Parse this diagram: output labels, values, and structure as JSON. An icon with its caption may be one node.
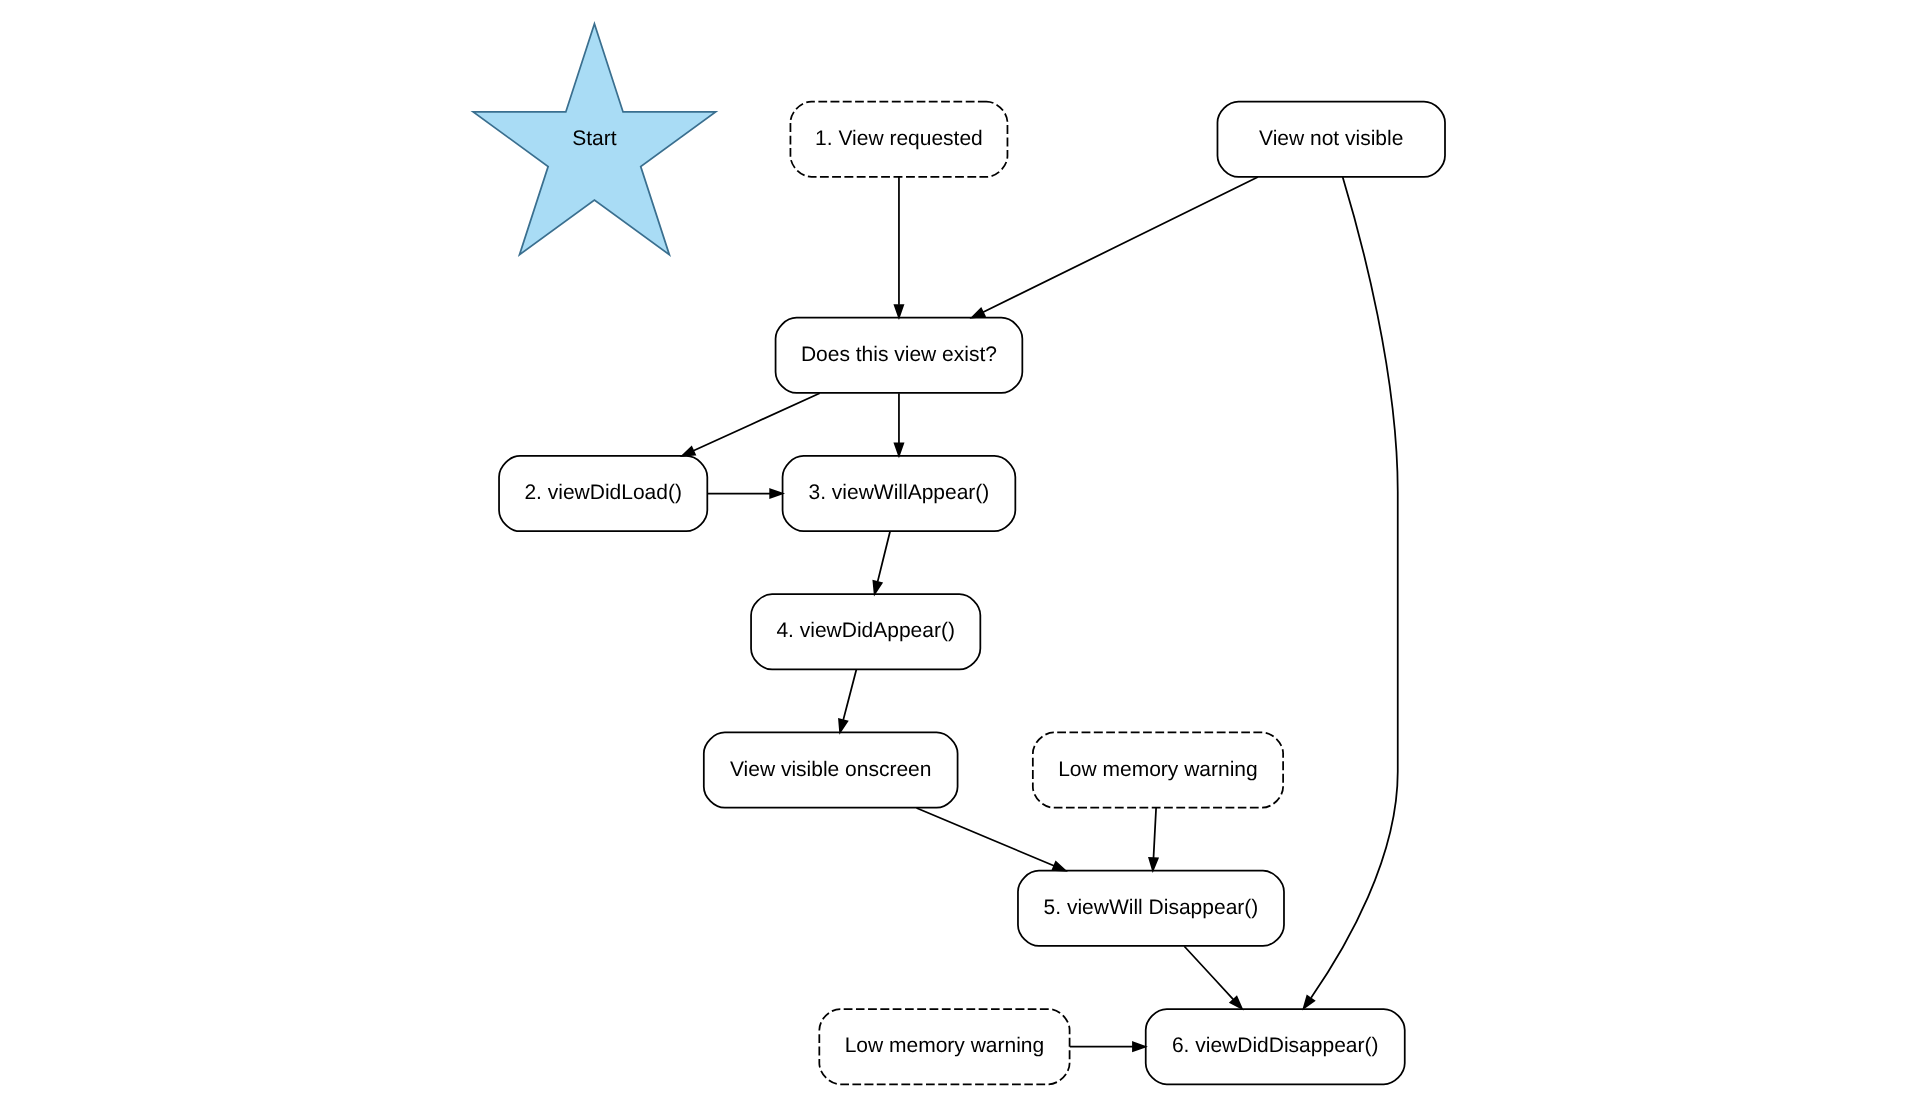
{
  "diagram": {
    "nodes": [
      {
        "text": [
          "Start"
        ]
      },
      {
        "text": [
          "1. View requested"
        ]
      },
      {
        "text": [
          "Does this view exist?"
        ]
      },
      {
        "text": [
          "2. viewDidLoad()"
        ]
      },
      {
        "text": [
          "3. viewWillAppear()"
        ]
      },
      {
        "text": [
          "4. viewDidAppear()"
        ]
      },
      {
        "text": [
          "View visible onscreen"
        ]
      },
      {
        "text": [
          "Low memory warning"
        ]
      },
      {
        "text": [
          "5. viewWill Disappear()"
        ]
      },
      {
        "text": [
          "6. viewDidDisappear()"
        ]
      },
      {
        "text": [
          "View not visible"
        ]
      },
      {
        "text": [
          "Low memory warning"
        ]
      }
    ],
    "edges": [
      {
        "from": 1,
        "to": 2,
        "arrow": "to"
      },
      {
        "from": 10,
        "to": 2,
        "arrow": "to"
      },
      {
        "from": 2,
        "to": 3,
        "arrow": "to"
      },
      {
        "from": 2,
        "to": 4,
        "arrow": "to"
      },
      {
        "from": 3,
        "to": 4,
        "arrow": "to"
      },
      {
        "from": 4,
        "to": 5,
        "arrow": "to"
      },
      {
        "from": 5,
        "to": 6,
        "arrow": "to"
      },
      {
        "from": 6,
        "to": 8,
        "arrow": "to"
      },
      {
        "from": 7,
        "to": 8,
        "arrow": "to"
      },
      {
        "from": 8,
        "to": 9,
        "arrow": "to"
      },
      {
        "from": 10,
        "to": 9,
        "arrow": "to"
      },
      {
        "from": 11,
        "to": 9,
        "arrow": "to"
      }
    ]
  }
}
